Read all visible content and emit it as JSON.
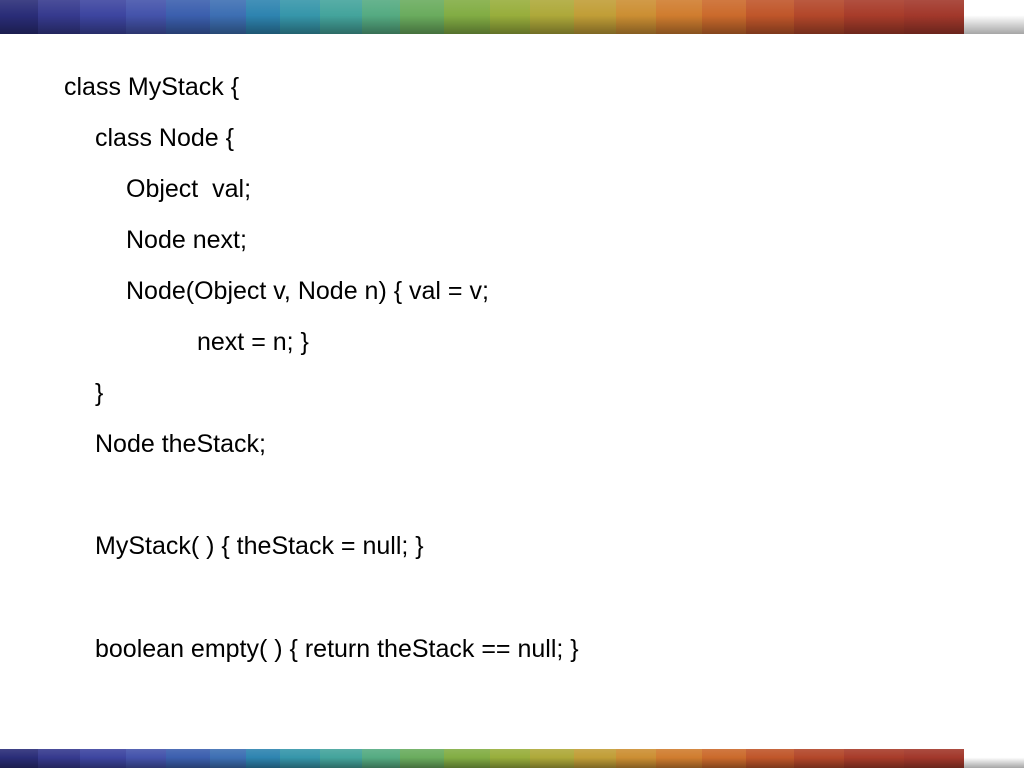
{
  "code_lines": [
    "class MyStack {",
    "class Node {",
    "Object  val;",
    "Node next;",
    "Node(Object v, Node n) { val = v;",
    "next = n; }",
    "}",
    "Node theStack;",
    "MyStack( ) { theStack = null; }",
    "boolean empty( ) { return theStack == null; }"
  ],
  "colors": {
    "text": "#000000",
    "background": "#ffffff",
    "band": [
      "#2b2e7a",
      "#3a3f95",
      "#4a5bb0",
      "#3f6fb8",
      "#2f86b3",
      "#3aa0a8",
      "#4fae8f",
      "#6fae55",
      "#8fb03a",
      "#a8a83a",
      "#c59a33",
      "#cf7f2e",
      "#c9602b",
      "#b84a2a",
      "#a63a2a"
    ]
  }
}
